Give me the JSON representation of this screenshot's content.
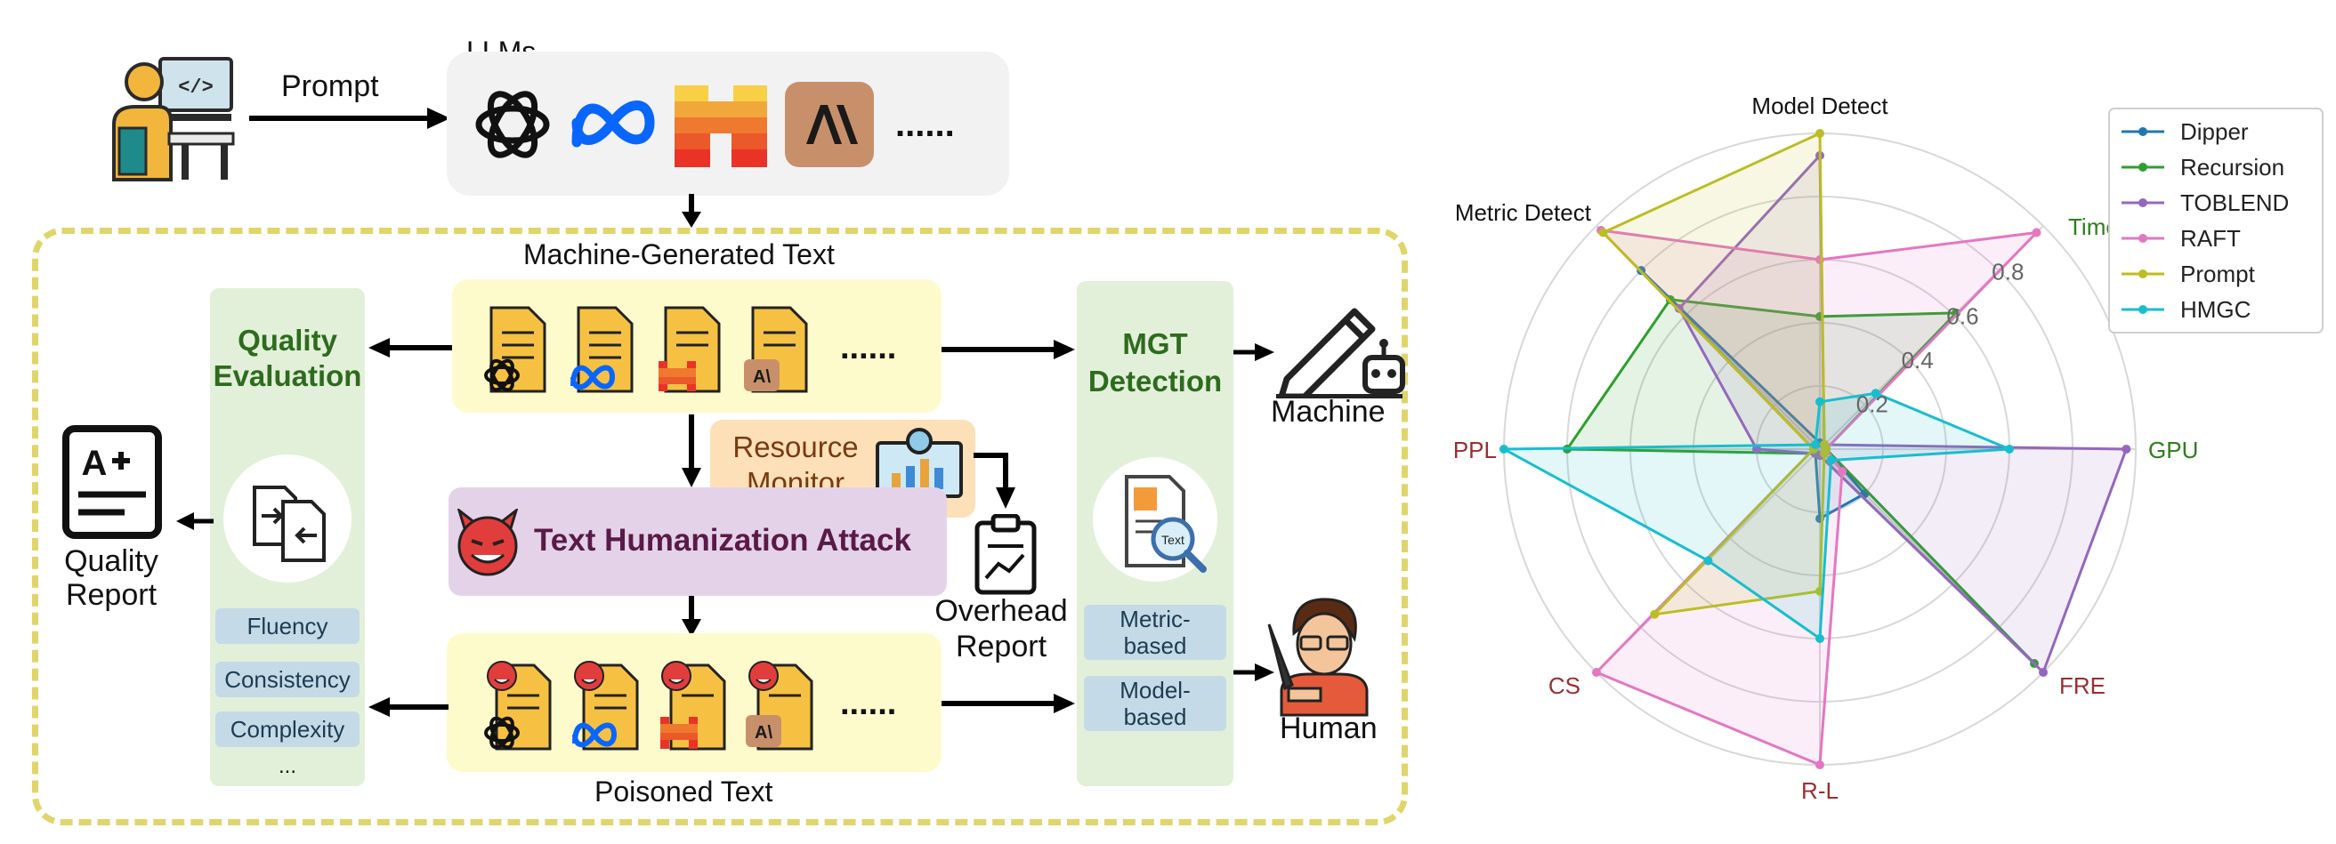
{
  "prompt_label": "Prompt",
  "llms_label": "LLMs",
  "llm_more": "......",
  "mgt_label": "Machine-Generated Text",
  "docs_more": "......",
  "poisoned_more": "......",
  "quality_eval": {
    "line1": "Quality",
    "line2": "Evaluation",
    "items": [
      "Fluency",
      "Consistency",
      "Complexity",
      "..."
    ]
  },
  "quality_report": {
    "line1": "Quality",
    "line2": "Report"
  },
  "resource_monitor": {
    "line1": "Resource",
    "line2": "Monitor"
  },
  "attack_label": "Text Humanization Attack",
  "overhead_report": {
    "line1": "Overhead",
    "line2": "Report"
  },
  "poisoned_label": "Poisoned Text",
  "mgt_detection": {
    "line1": "MGT",
    "line2": "Detection",
    "metric": [
      "Metric-",
      "based"
    ],
    "model": [
      "Model-",
      "based"
    ]
  },
  "machine_label": "Machine",
  "human_label": "Human",
  "colors": {
    "green_title": "#2e6b1e",
    "attack_title": "#5a1a48",
    "dashed_border": "#e0d56a",
    "llm_panel": "#f2f2f2",
    "yellow_panel": "#fdfbcc",
    "green_panel": "#e2f0d9",
    "purple_panel": "#e4d3e8",
    "orange_panel": "#fde0b8"
  },
  "chart_data": {
    "type": "radar",
    "axes": [
      {
        "name": "Model Detect",
        "color": "#111111"
      },
      {
        "name": "Time",
        "color": "#2e7d1e"
      },
      {
        "name": "GPU",
        "color": "#2e7d1e"
      },
      {
        "name": "FRE",
        "color": "#9b2d30"
      },
      {
        "name": "R-L",
        "color": "#9b2d30"
      },
      {
        "name": "CS",
        "color": "#9b2d30"
      },
      {
        "name": "PPL",
        "color": "#9b2d30"
      },
      {
        "name": "Metric Detect",
        "color": "#111111"
      }
    ],
    "rlim": [
      0,
      1.0
    ],
    "rticks": [
      "0.2",
      "0.4",
      "0.6",
      "0.8"
    ],
    "rtick_values": [
      0.2,
      0.4,
      0.6,
      0.8
    ],
    "grid": true,
    "legend_position": "top-right",
    "series": [
      {
        "name": "Dipper",
        "color": "#1f77b4",
        "values": [
          0.02,
          0.02,
          0.02,
          0.2,
          0.22,
          0.02,
          0.02,
          0.8
        ]
      },
      {
        "name": "Recursion",
        "color": "#2ca02c",
        "values": [
          0.42,
          0.61,
          0.02,
          0.96,
          0.02,
          0.02,
          0.8,
          0.67
        ]
      },
      {
        "name": "TOBLEND",
        "color": "#9467bd",
        "values": [
          0.93,
          0.02,
          0.97,
          1.0,
          0.02,
          0.02,
          0.2,
          0.63
        ]
      },
      {
        "name": "RAFT",
        "color": "#e377c2",
        "values": [
          0.6,
          0.97,
          0.02,
          0.1,
          1.0,
          1.0,
          0.02,
          0.98
        ]
      },
      {
        "name": "Prompt",
        "color": "#bcbd22",
        "values": [
          1.0,
          0.02,
          0.02,
          0.02,
          0.45,
          0.74,
          0.02,
          0.97
        ]
      },
      {
        "name": "HMGC",
        "color": "#17becf",
        "values": [
          0.15,
          0.25,
          0.6,
          0.05,
          0.6,
          0.5,
          1.0,
          0.02
        ]
      }
    ]
  }
}
